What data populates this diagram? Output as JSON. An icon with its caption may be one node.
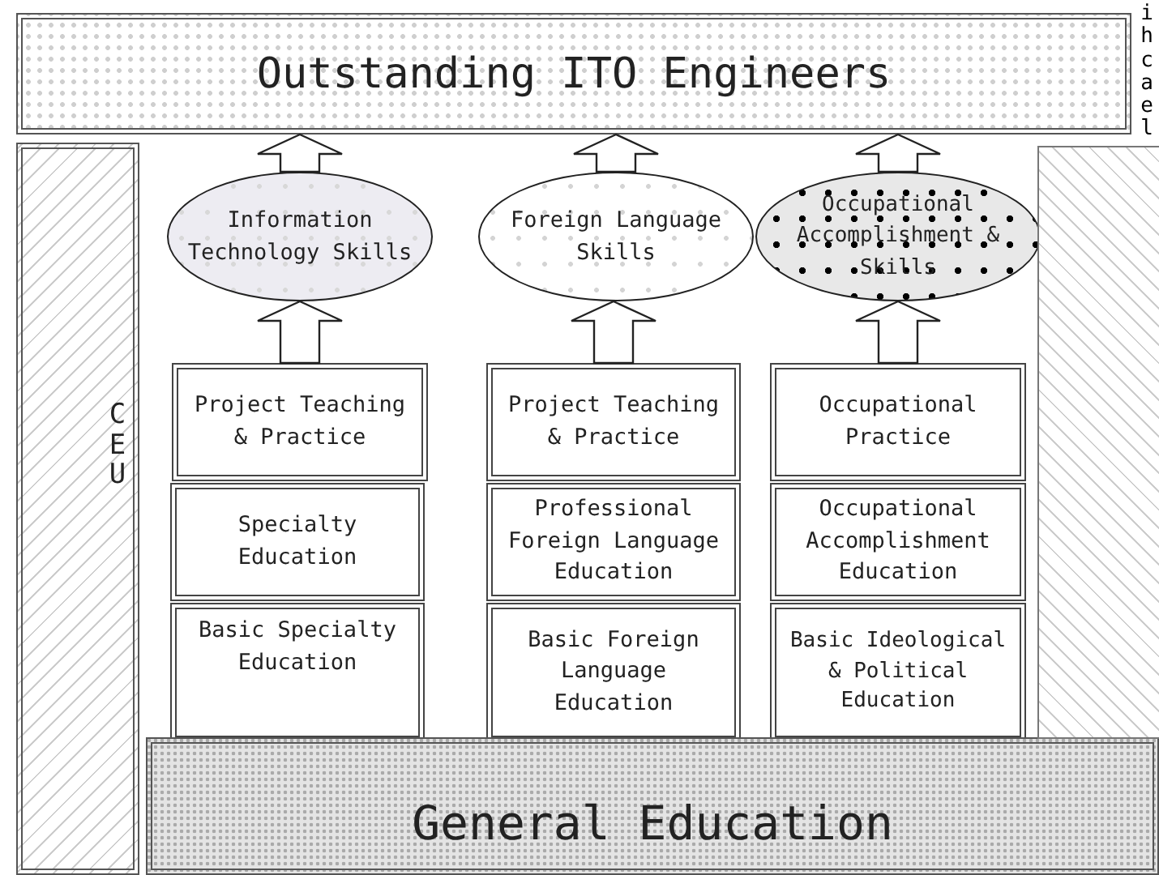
{
  "diagram": {
    "nodes": [
      {
        "text": [
          "Outstanding ITO Engineers"
        ]
      },
      {
        "text": [
          "CEU"
        ]
      },
      {
        "text": [
          "Information Technology Skills"
        ]
      },
      {
        "text": [
          "Foreign Language Skills"
        ]
      },
      {
        "text": [
          "Occupational Accomplishment & Skills"
        ]
      },
      {
        "text": [
          "Project Teaching & Practice"
        ]
      },
      {
        "text": [
          "Project Teaching & Practice"
        ]
      },
      {
        "text": [
          "Occupational Practice"
        ]
      },
      {
        "text": [
          "Specialty Education"
        ]
      },
      {
        "text": [
          "Professional Foreign Language Education"
        ]
      },
      {
        "text": [
          "Occupational Accomplishment Education"
        ]
      },
      {
        "text": [
          "Basic Specialty Education"
        ]
      },
      {
        "text": [
          "Basic Foreign Language Education"
        ]
      },
      {
        "text": [
          "Basic Ideological & Political Education"
        ]
      },
      {
        "text": [
          "General Education"
        ]
      },
      {
        "text": [],
        "shape": "box"
      }
    ],
    "edges": [
      {
        "from": 5,
        "to": 2,
        "arrow": "to"
      },
      {
        "from": 2,
        "to": 0,
        "arrow": "to"
      },
      {
        "from": 6,
        "to": 3,
        "arrow": "to"
      },
      {
        "from": 3,
        "to": 0,
        "arrow": "to"
      },
      {
        "from": 7,
        "to": 4,
        "arrow": "to"
      },
      {
        "from": 4,
        "to": 0,
        "arrow": "to"
      }
    ],
    "labels": [
      "ihcael"
    ]
  }
}
